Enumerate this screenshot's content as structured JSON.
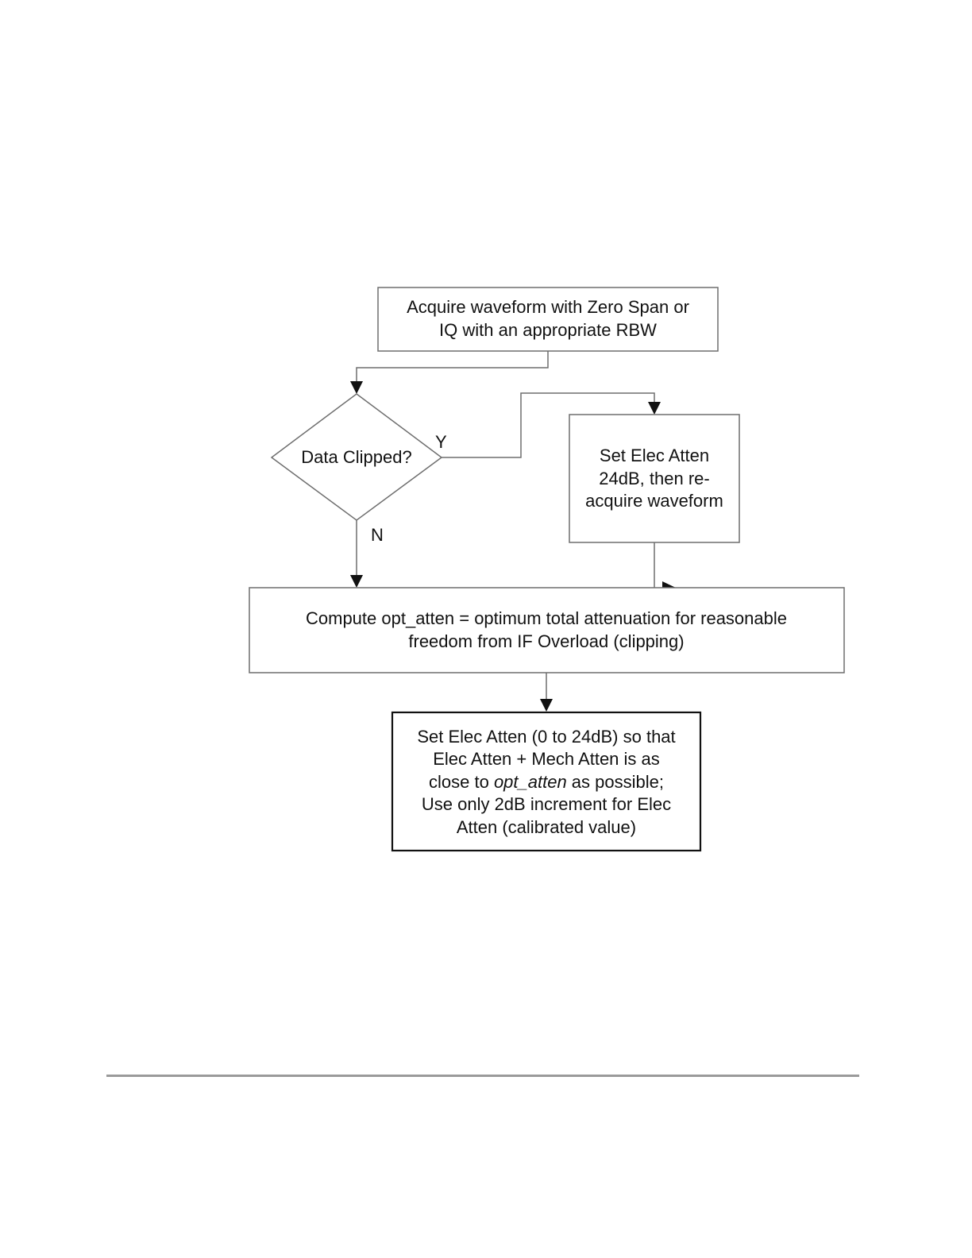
{
  "diagram": {
    "nodes": {
      "acquire": {
        "lines": [
          "Acquire waveform with Zero Span or",
          "IQ with an appropriate RBW"
        ]
      },
      "decision": {
        "text": "Data Clipped?"
      },
      "set_24db": {
        "lines": [
          "Set Elec Atten",
          "24dB, then re-",
          "acquire waveform"
        ]
      },
      "compute": {
        "lines": [
          "Compute opt_atten = optimum total attenuation for reasonable",
          "freedom from IF Overload (clipping)"
        ]
      },
      "set_final": {
        "line1": "Set Elec Atten (0 to 24dB) so that",
        "line2": "Elec Atten + Mech Atten is as",
        "line3_pre": "close to ",
        "line3_italic": "opt_atten",
        "line3_post": " as possible;",
        "line4": "Use only 2dB increment for Elec",
        "line5": "Atten (calibrated value)"
      }
    },
    "edges": {
      "yes_label": "Y",
      "no_label": "N"
    }
  }
}
